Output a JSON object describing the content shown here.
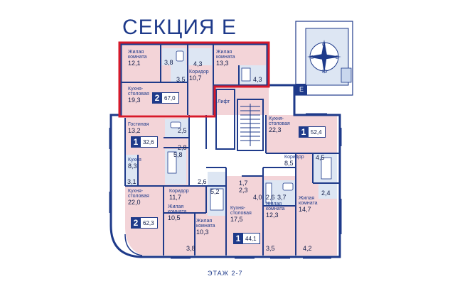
{
  "title": "СЕКЦИЯ Е",
  "floor_label": "ЭТАЖ 2-7",
  "lift_label": "Лифт",
  "colors": {
    "accent": "#1e3a8a",
    "apartment_fill": "#f3d4d8",
    "wet_fill": "#dde6f3",
    "highlight": "#d7192a",
    "wall": "#1e3a8a"
  },
  "compass": {
    "n": "С",
    "s": "Ю",
    "w": "З",
    "e": "В",
    "section_letter": "Е"
  },
  "apartments": [
    {
      "id": "a1",
      "rooms": "2",
      "area": "67,0"
    },
    {
      "id": "a2",
      "rooms": "1",
      "area": "52,4"
    },
    {
      "id": "a3",
      "rooms": "1",
      "area": "32,6"
    },
    {
      "id": "a4",
      "rooms": "2",
      "area": "62,3"
    },
    {
      "id": "a5",
      "rooms": "1",
      "area": "44,1"
    }
  ],
  "rooms": [
    {
      "name": "Жилая\nкомната",
      "area": "12,1"
    },
    {
      "name": "",
      "area": "3,8"
    },
    {
      "name": "",
      "area": "3,5"
    },
    {
      "name": "",
      "area": "4,3"
    },
    {
      "name": "Коридор",
      "area": "10,7"
    },
    {
      "name": "Жилая\nкомната",
      "area": "13,3"
    },
    {
      "name": "",
      "area": "4,3"
    },
    {
      "name": "Кухня-\nстоловая",
      "area": "19,3"
    },
    {
      "name": "Кухня-\nстоловая",
      "area": "22,3"
    },
    {
      "name": "Гостиная",
      "area": "13,2"
    },
    {
      "name": "",
      "area": "2,5"
    },
    {
      "name": "",
      "area": "2,8"
    },
    {
      "name": "",
      "area": "5,8"
    },
    {
      "name": "Кухня",
      "area": "8,3"
    },
    {
      "name": "",
      "area": "3,1"
    },
    {
      "name": "Коридор",
      "area": "8,5"
    },
    {
      "name": "",
      "area": "4,5"
    },
    {
      "name": "",
      "area": "2,4"
    },
    {
      "name": "Жилая\nкомната",
      "area": "14,7"
    },
    {
      "name": "",
      "area": "2,6"
    },
    {
      "name": "",
      "area": "1,7"
    },
    {
      "name": "",
      "area": "2,3"
    },
    {
      "name": "",
      "area": "5,2"
    },
    {
      "name": "",
      "area": "4,0"
    },
    {
      "name": "",
      "area": "2,6"
    },
    {
      "name": "",
      "area": "3,7"
    },
    {
      "name": "Кухня-\nстоловая",
      "area": "22,0"
    },
    {
      "name": "Коридор",
      "area": "11,7"
    },
    {
      "name": "Жилая\nкомната",
      "area": "10,5"
    },
    {
      "name": "Жилая\nкомната",
      "area": "10,3"
    },
    {
      "name": "",
      "area": "3,8"
    },
    {
      "name": "Кухня-\nстоловая",
      "area": "17,5"
    },
    {
      "name": "Жилая\nкомната",
      "area": "12,3"
    },
    {
      "name": "",
      "area": "3,5"
    },
    {
      "name": "",
      "area": "4,2"
    }
  ]
}
